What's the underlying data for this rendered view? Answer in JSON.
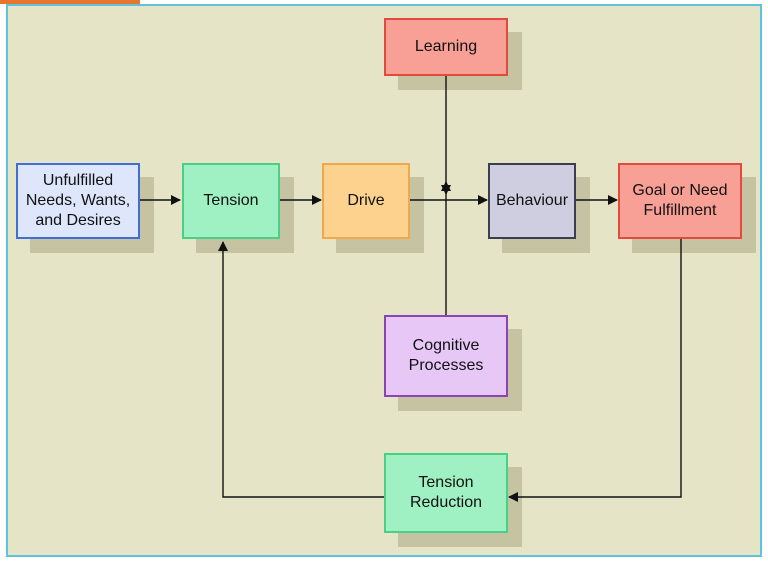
{
  "nodes": {
    "unfulfilled": {
      "label": "Unfulfilled\nNeeds, Wants,\nand Desires",
      "fill": "#dde6fb",
      "border": "#3f6fd6"
    },
    "tension": {
      "label": "Tension",
      "fill": "#9ff0c2",
      "border": "#49cf86"
    },
    "drive": {
      "label": "Drive",
      "fill": "#fdd28e",
      "border": "#f0a94a"
    },
    "learning": {
      "label": "Learning",
      "fill": "#f8a095",
      "border": "#e34a3e"
    },
    "behaviour": {
      "label": "Behaviour",
      "fill": "#cfcde0",
      "border": "#3e3c52"
    },
    "goal": {
      "label": "Goal or Need\nFulfillment",
      "fill": "#f8a095",
      "border": "#e34a3e"
    },
    "cognitive": {
      "label": "Cognitive\nProcesses",
      "fill": "#e6c7f6",
      "border": "#8a44b6"
    },
    "tension_reduction": {
      "label": "Tension\nReduction",
      "fill": "#9ff0c2",
      "border": "#49cf86"
    }
  },
  "colors": {
    "background": "#e6e4c7",
    "frame_border": "#5fc3e0",
    "shadow": "#c6c3a3",
    "line": "#111111"
  }
}
